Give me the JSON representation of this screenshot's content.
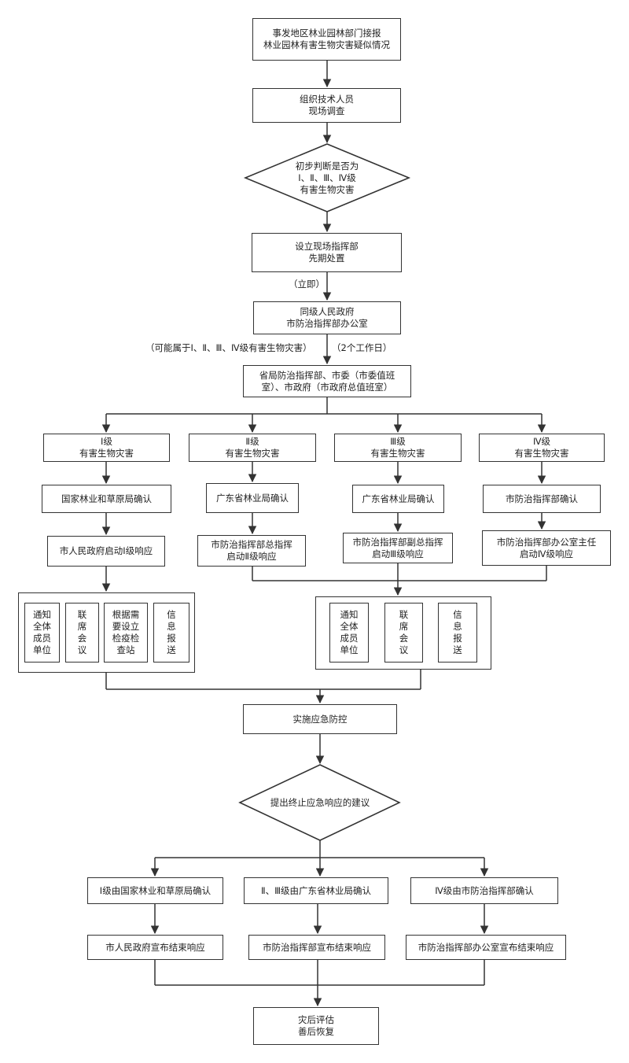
{
  "nodes": {
    "report": "事发地区林业园林部门接报\n林业园林有害生物灾害疑似情况",
    "survey": "组织技术人员\n现场调查",
    "judge": "初步判断是否为\nⅠ、Ⅱ、Ⅲ、Ⅳ级\n有害生物灾害",
    "command": "设立现场指挥部\n先期处置",
    "gov": "同级人民政府\n市防治指挥部办公室",
    "province": "省局防治指挥部、市委（市委值班\n室）、市政府（市政府总值班室）",
    "level1": "Ⅰ级\n有害生物灾害",
    "level2": "Ⅱ级\n有害生物灾害",
    "level3": "Ⅲ级\n有害生物灾害",
    "level4": "Ⅳ级\n有害生物灾害",
    "confirm1": "国家林业和草原局确认",
    "confirm2": "广东省林业局确认",
    "confirm3": "广东省林业局确认",
    "confirm4": "市防治指挥部确认",
    "start1": "市人民政府启动Ⅰ级响应",
    "start2": "市防治指挥部总指挥\n启动Ⅱ级响应",
    "start3": "市防治指挥部副总指挥\n启动Ⅲ级响应",
    "start4": "市防治指挥部办公室主任\n启动Ⅳ级响应",
    "left_group": [
      "通知\n全体\n成员\n单位",
      "联\n席\n会\n议",
      "根据需\n要设立\n检疫检\n查站",
      "信\n息\n报\n送"
    ],
    "right_group": [
      "通知\n全体\n成员\n单位",
      "联\n席\n会\n议",
      "信\n息\n报\n送"
    ],
    "implement": "实施应急防控",
    "propose": "提出终止应急响应的建议",
    "end_confirm1": "Ⅰ级由国家林业和草原局确认",
    "end_confirm2": "Ⅱ、Ⅲ级由广东省林业局确认",
    "end_confirm3": "Ⅳ级由市防治指挥部确认",
    "end1": "市人民政府宣布结束响应",
    "end2": "市防治指挥部宣布结束响应",
    "end3": "市防治指挥部办公室宣布结束响应",
    "final": "灾后评估\n善后恢复"
  },
  "labels": {
    "immediate": "（立即）",
    "possible": "（可能属于Ⅰ、Ⅱ、Ⅲ、Ⅳ级有害生物灾害）",
    "two_days": "（2个工作日）"
  }
}
